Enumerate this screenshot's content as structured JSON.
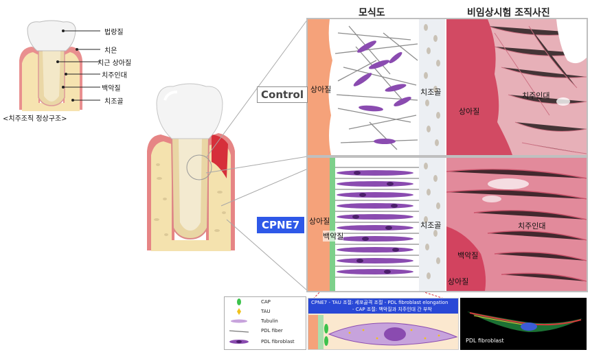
{
  "normal_structure": {
    "caption": "<치주조직 정상구조>",
    "labels": [
      "법랑질",
      "치은",
      "치근 상아질",
      "치주인대",
      "백악질",
      "치조골"
    ]
  },
  "headers": {
    "schematic": "모식도",
    "histology": "비임상시험 조직사진"
  },
  "groups": {
    "control": "Control",
    "cpne7": "CPNE7"
  },
  "schematic_labels": {
    "control_dentin": "상아질",
    "control_bone": "치조골",
    "cpne7_dentin": "상아질",
    "cpne7_cementum": "백악질",
    "cpne7_bone": "치조골"
  },
  "histology_labels": {
    "control_pdl": "치주인대",
    "control_dentin": "상아질",
    "cpne7_pdl": "치주인대",
    "cpne7_cementum": "백악질",
    "cpne7_dentin": "상아질"
  },
  "legend": {
    "items": [
      "CAP",
      "TAU",
      "Tubulin",
      "PDL fiber",
      "PDL fibroblast"
    ]
  },
  "mechanism": {
    "line1": "CPNE7 - TAU 조절: 세포골격 조절 - PDL fibroblast elongation",
    "line2": "- CAP 조절: 백악질과 치주인대 간 부착"
  },
  "fluorescence": {
    "caption": "PDL fibroblast"
  },
  "colors": {
    "cpne7_blue": "#2e58e8",
    "dentin_orange": "#f4a57d",
    "cementum_green": "#7dd08a",
    "fibroblast_purple": "#8a4bb0",
    "histology_pink": "#d9556e"
  }
}
